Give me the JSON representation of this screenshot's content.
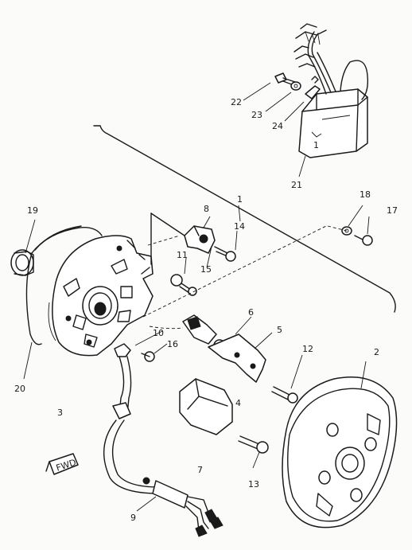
{
  "diagram": {
    "callouts": [
      {
        "id": "c1",
        "text": "1"
      },
      {
        "id": "c2",
        "text": "2"
      },
      {
        "id": "c3",
        "text": "3"
      },
      {
        "id": "c4",
        "text": "4"
      },
      {
        "id": "c5",
        "text": "5"
      },
      {
        "id": "c6",
        "text": "6"
      },
      {
        "id": "c7",
        "text": "7"
      },
      {
        "id": "c8",
        "text": "8"
      },
      {
        "id": "c9",
        "text": "9"
      },
      {
        "id": "c10",
        "text": "10"
      },
      {
        "id": "c11",
        "text": "11"
      },
      {
        "id": "c12",
        "text": "12"
      },
      {
        "id": "c13",
        "text": "13"
      },
      {
        "id": "c14",
        "text": "14"
      },
      {
        "id": "c15",
        "text": "15"
      },
      {
        "id": "c16",
        "text": "16"
      },
      {
        "id": "c17",
        "text": "17"
      },
      {
        "id": "c18",
        "text": "18"
      },
      {
        "id": "c19",
        "text": "19"
      },
      {
        "id": "c20",
        "text": "20"
      },
      {
        "id": "c21",
        "text": "21"
      },
      {
        "id": "c22",
        "text": "22"
      },
      {
        "id": "c23",
        "text": "23"
      },
      {
        "id": "c24",
        "text": "24"
      }
    ],
    "stamp": "FWD"
  }
}
